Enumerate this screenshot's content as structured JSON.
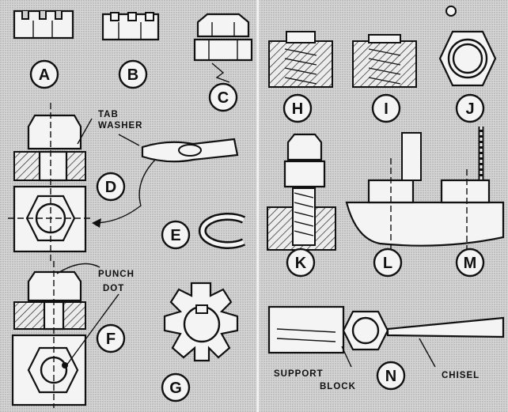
{
  "labels": {
    "A": "A",
    "B": "B",
    "C": "C",
    "D": "D",
    "E": "E",
    "F": "F",
    "G": "G",
    "H": "H",
    "I": "I",
    "J": "J",
    "K": "K",
    "L": "L",
    "M": "M",
    "N": "N"
  },
  "notes": {
    "tab_1": "TAB",
    "tab_2": "WASHER",
    "punch_1": "PUNCH",
    "punch_2": "DOT",
    "support_1": "SUPPORT",
    "support_2": "BLOCK",
    "chisel": "CHISEL"
  },
  "colors": {
    "background": "#cfcfcf",
    "ink": "#111111",
    "paper": "#f4f4f4"
  }
}
